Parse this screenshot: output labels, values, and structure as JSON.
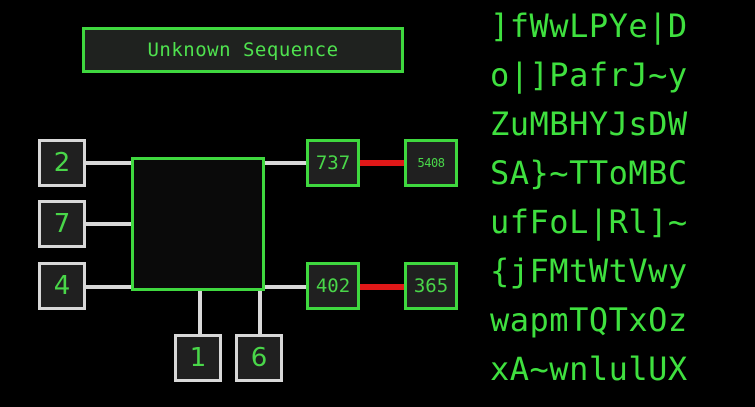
{
  "title": "Unknown Sequence",
  "inputs": [
    {
      "id": "left-top",
      "label": "2"
    },
    {
      "id": "left-middle",
      "label": "7"
    },
    {
      "id": "left-bottom",
      "label": "4"
    },
    {
      "id": "bottom-left",
      "label": "1"
    },
    {
      "id": "bottom-right",
      "label": "6"
    }
  ],
  "nodes": [
    {
      "id": "upper-first",
      "label": "737"
    },
    {
      "id": "upper-second",
      "label": "5408"
    },
    {
      "id": "lower-first",
      "label": "402"
    },
    {
      "id": "lower-second",
      "label": "365"
    }
  ],
  "code_lines": [
    "]fWwLPYe|D",
    "o|]PafrJ~y",
    "ZuMBHYJsDW",
    "SA}~TToMBC",
    "ufFoL|Rl]~",
    "{jFMtWtVwy",
    "wapmTQTxOz",
    "xA~wnlulUX"
  ],
  "colors": {
    "background": "#000000",
    "green": "#3fd83f",
    "text_green": "#49d649",
    "wire_white": "#d8d8d8",
    "wire_red": "#e01818",
    "block_fill": "#202020"
  }
}
